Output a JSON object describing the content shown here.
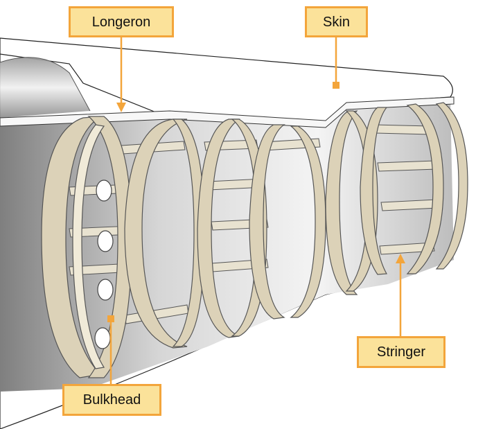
{
  "labels": {
    "longeron": "Longeron",
    "skin": "Skin",
    "stringer": "Stringer",
    "bulkhead": "Bulkhead"
  },
  "colors": {
    "callout_fill": "#fbe29a",
    "callout_border": "#f3a53b",
    "leader_line": "#f3a53b",
    "frame_fill": "#dcd2b8",
    "frame_edge": "#6e6a5e",
    "skin_fill": "#ffffff",
    "interior_dark": "#8c8c8c",
    "interior_light": "#f2f2f2"
  }
}
